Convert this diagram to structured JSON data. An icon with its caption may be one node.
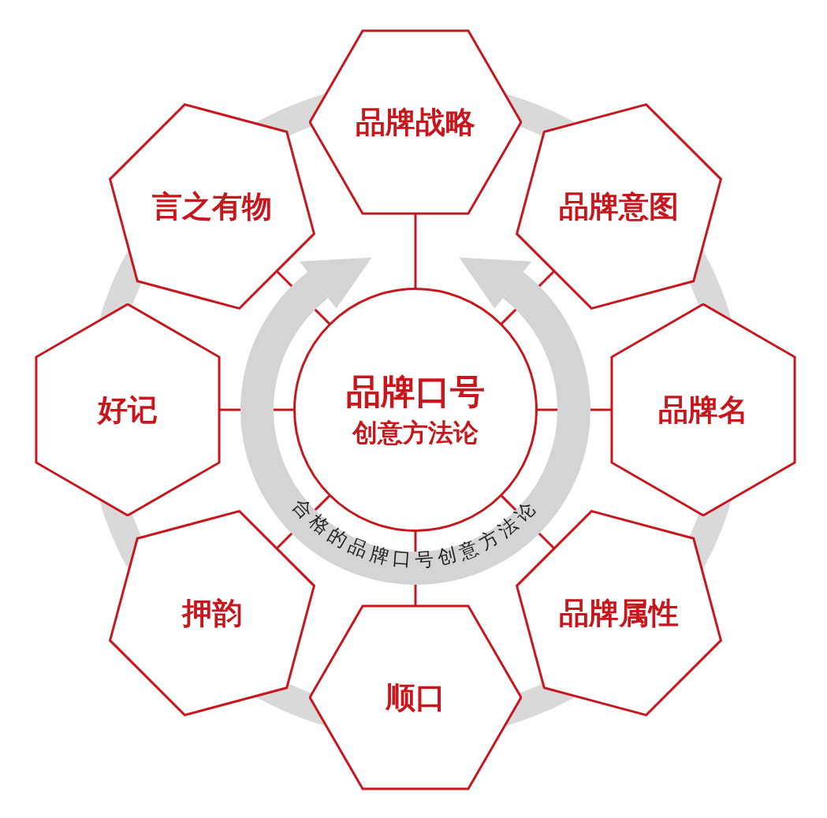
{
  "diagram": {
    "nodes": [
      {
        "text": [
          "品牌口号",
          "创意方法论"
        ]
      },
      {
        "text": [
          "品牌战略"
        ]
      },
      {
        "text": [
          "言之有物"
        ]
      },
      {
        "text": [
          "品牌意图"
        ]
      },
      {
        "text": [
          "好记"
        ]
      },
      {
        "text": [
          "品牌名"
        ]
      },
      {
        "text": [
          "押韵"
        ]
      },
      {
        "text": [
          "品牌属性"
        ]
      },
      {
        "text": [
          "顺口"
        ]
      }
    ],
    "edges": [
      {
        "from": 0,
        "to": 1,
        "arrow": "none"
      },
      {
        "from": 0,
        "to": 2,
        "arrow": "none"
      },
      {
        "from": 0,
        "to": 3,
        "arrow": "none"
      },
      {
        "from": 0,
        "to": 4,
        "arrow": "none"
      },
      {
        "from": 0,
        "to": 5,
        "arrow": "none"
      },
      {
        "from": 0,
        "to": 6,
        "arrow": "none"
      },
      {
        "from": 0,
        "to": 7,
        "arrow": "none"
      },
      {
        "from": 0,
        "to": 8,
        "arrow": "none"
      }
    ],
    "labels": [
      "合格的品牌口号创意方法论"
    ]
  }
}
